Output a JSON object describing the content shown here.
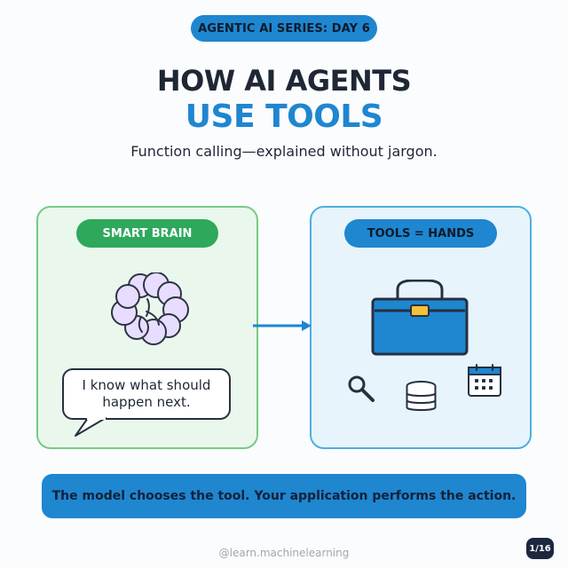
{
  "header": {
    "series_label": "AGENTIC AI SERIES: DAY 6",
    "title_line_1": "HOW AI AGENTS",
    "title_line_2": "USE TOOLS",
    "subtitle": "Function calling—explained without jargon."
  },
  "left_panel": {
    "label": "SMART BRAIN",
    "speech_line_1": "I know what should",
    "speech_line_2": "happen next."
  },
  "right_panel": {
    "label": "TOOLS = HANDS"
  },
  "footer": {
    "banner_text": "The model chooses the tool. Your application performs the action.",
    "handle": "@learn.machinelearning",
    "page_indicator": "1/16"
  },
  "icons": {
    "brain": "brain-icon",
    "toolbox": "toolbox-icon",
    "magnifier": "magnifying-glass-icon",
    "database": "database-icon",
    "calendar": "calendar-icon",
    "arrow": "arrow-right-icon"
  },
  "colors": {
    "accent_blue": "#1f86d0",
    "accent_green": "#2ea95b",
    "dark_text": "#1f2735",
    "brain_fill": "#e9ddff",
    "light_blue_panel": "#e7f4fb",
    "light_green_panel": "#eaf7ec"
  }
}
